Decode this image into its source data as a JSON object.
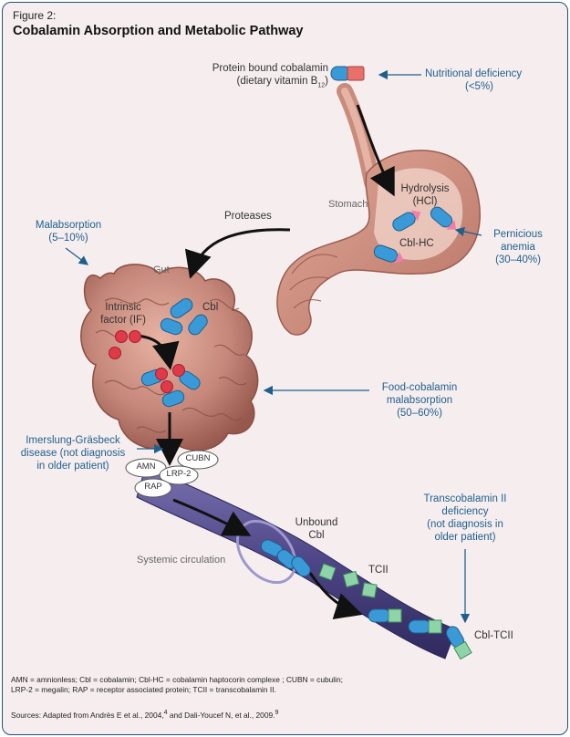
{
  "figure": {
    "label": "Figure 2:",
    "title": "Cobalamin Absorption and Metabolic Pathway"
  },
  "labels": {
    "protein_bound_line1": "Protein bound cobalamin",
    "protein_bound_line2": "(dietary vitamin B",
    "protein_bound_sub": "12",
    "protein_bound_end": ")",
    "stomach": "Stomach",
    "hydrolysis": "Hydrolysis",
    "hcl": "(HCl)",
    "cbl_hc": "Cbl-HC",
    "proteases": "Proteases",
    "gut": "Gut",
    "intrinsic_factor_line1": "Intrinsic",
    "intrinsic_factor_line2": "factor (IF)",
    "cbl": "Cbl",
    "amn": "AMN",
    "cubn": "CUBN",
    "lrp2": "LRP-2",
    "rap": "RAP",
    "unbound_line1": "Unbound",
    "unbound_line2": "Cbl",
    "systemic": "Systemic circulation",
    "tcii": "TCII",
    "cbl_tcii": "Cbl-TCII"
  },
  "causes": {
    "nutritional": [
      "Nutritional deficiency",
      "(<5%)"
    ],
    "pernicious": [
      "Pernicious",
      "anemia",
      "(30–40%)"
    ],
    "malabsorption": [
      "Malabsorption",
      "(5–10%)"
    ],
    "food_cobalamin": [
      "Food-cobalamin",
      "malabsorption",
      "(50–60%)"
    ],
    "imerslund": [
      "Imerslung-Gräsbeck",
      "disease (not diagnosis",
      "in older patient)"
    ],
    "transcobalamin": [
      "Transcobalamin II",
      "deficiency",
      "(not diagnosis in",
      "older patient)"
    ]
  },
  "footer": {
    "abbrev_line1": "AMN = amnionless; Cbl = cobalamin; Cbl-HC = cobalamin haptocorin complexe ; CUBN = cubulin;",
    "abbrev_line2": "LRP-2 = megalin; RAP = receptor associated protein; TCII = transcobalamin II.",
    "sources_a": "Sources: Adapted from Andrès E et al., 2004,",
    "sources_sup1": "4",
    "sources_b": " and Dali-Youcef N, et al., 2009.",
    "sources_sup2": "9"
  },
  "colors": {
    "accent_blue": "#1f5f8f",
    "frame": "#1f4f7a",
    "organ": "#c98c7c",
    "vessel": "#5a5290",
    "cbl_blue": "#3a9ad8",
    "if_red": "#e03a4a",
    "tcii_green": "#8fd4a8"
  }
}
